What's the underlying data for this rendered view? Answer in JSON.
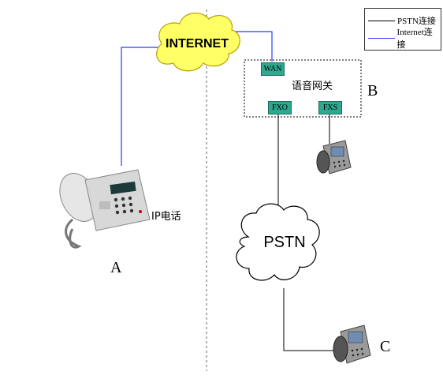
{
  "legend": {
    "pstn_label": "PSTN连接",
    "internet_label": "Internet连接"
  },
  "clouds": {
    "internet": "INTERNET",
    "pstn": "PSTN"
  },
  "gateway": {
    "title": "语音网关",
    "ports": {
      "wan": "WAN",
      "fxo": "FXO",
      "fxs": "FXS"
    }
  },
  "phone_a": {
    "label": "IP电话"
  },
  "node_labels": {
    "a": "A",
    "b": "B",
    "c": "C"
  },
  "colors": {
    "internet_line": "#2b3bff",
    "pstn_line": "#000000",
    "cloud_fill": "#ffff66",
    "port_fill": "#2ea88e"
  }
}
